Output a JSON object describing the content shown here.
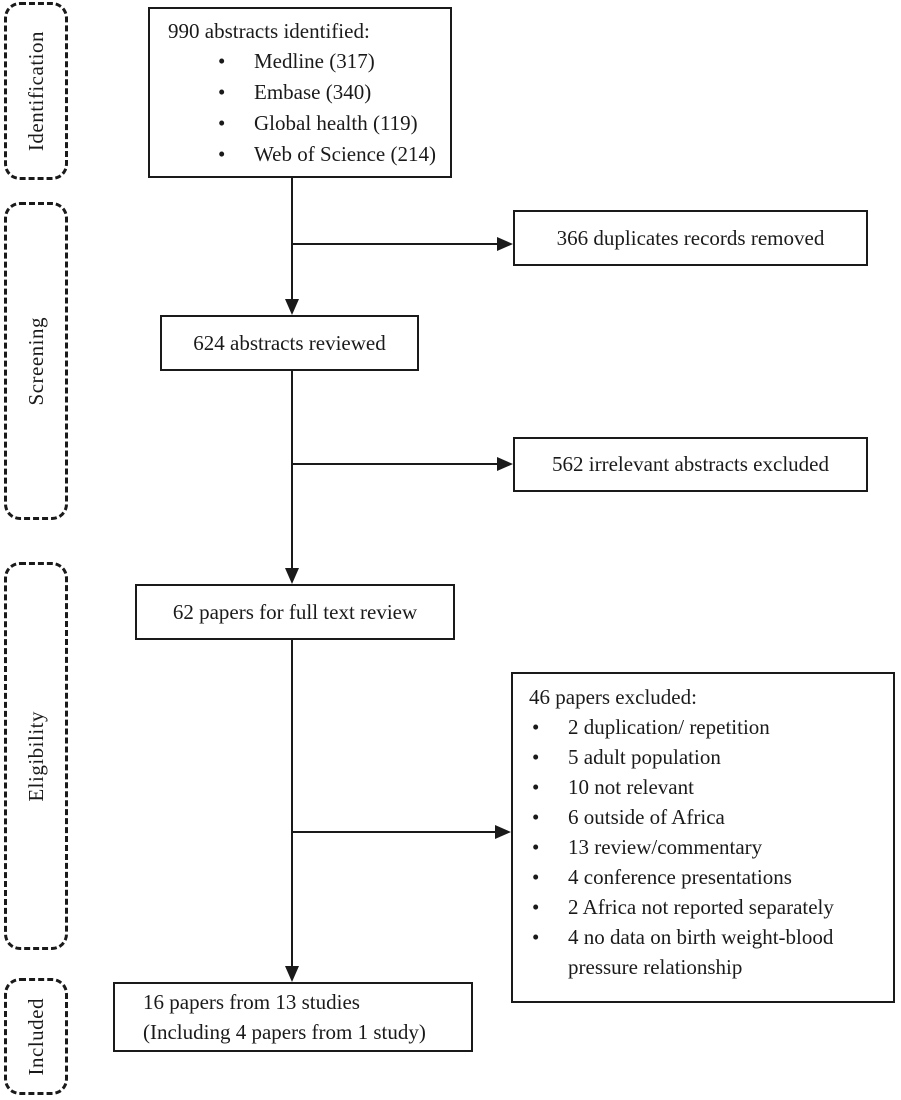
{
  "figure": {
    "stages": {
      "identification": "Identification",
      "screening": "Screening",
      "eligibility": "Eligibility",
      "included": "Included"
    },
    "identified": {
      "title": "990 abstracts identified:",
      "items": [
        "Medline (317)",
        "Embase (340)",
        "Global health (119)",
        "Web of Science (214)"
      ]
    },
    "duplicates_removed": "366 duplicates records removed",
    "abstracts_reviewed": "624 abstracts reviewed",
    "irrelevant_excluded": "562 irrelevant abstracts excluded",
    "full_text_review": "62 papers for full text review",
    "papers_excluded": {
      "title": "46 papers excluded:",
      "items": [
        "2 duplication/ repetition",
        "5 adult population",
        "10 not relevant",
        "6 outside of Africa",
        "13 review/commentary",
        "4 conference presentations",
        "2 Africa not reported separately",
        "4 no data on birth weight-blood pressure relationship"
      ]
    },
    "included_result": {
      "line1": "16 papers from 13 studies",
      "line2": "(Including 4 papers from 1 study)"
    },
    "glyphs": {
      "bullet": "•"
    },
    "colors": {
      "line": "#1a1a1a",
      "background": "#ffffff"
    }
  }
}
